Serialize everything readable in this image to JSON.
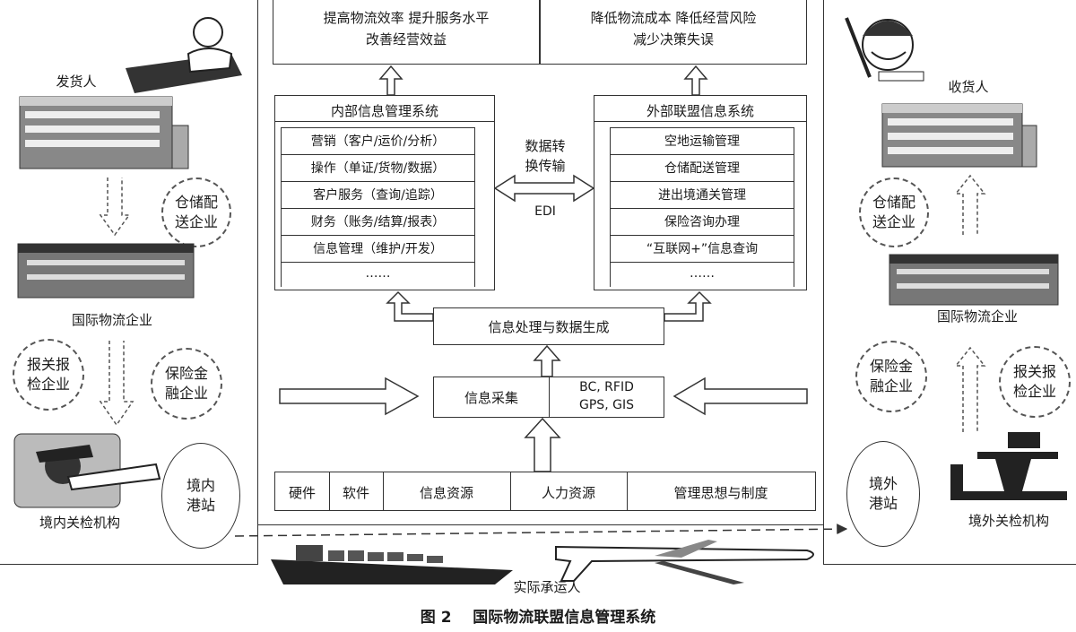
{
  "top_goals": {
    "left_line1": "提高物流效率  提升服务水平",
    "left_line2": "改善经营效益",
    "right_line1": "降低物流成本  降低经营风险",
    "right_line2": "减少决策失误"
  },
  "internal_system": {
    "title": "内部信息管理系统",
    "items": [
      "营销（客户/运价/分析）",
      "操作（单证/货物/数据）",
      "客户服务（查询/追踪）",
      "财务（账务/结算/报表）",
      "信息管理（维护/开发）",
      "……"
    ]
  },
  "external_system": {
    "title": "外部联盟信息系统",
    "items": [
      "空地运输管理",
      "仓储配送管理",
      "进出境通关管理",
      "保险咨询办理",
      "“互联网+”信息查询",
      "……"
    ]
  },
  "exchange": {
    "line1": "数据转",
    "line2": "换传输",
    "edi": "EDI"
  },
  "processing": "信息处理与数据生成",
  "collection": {
    "label": "信息采集",
    "tech_line1": "BC, RFID",
    "tech_line2": "GPS, GIS"
  },
  "resources": [
    "硬件",
    "软件",
    "信息资源",
    "人力资源",
    "管理思想与制度"
  ],
  "left_side": {
    "shipper": "发货人",
    "warehouse": "仓储配\n送企业",
    "logistics": "国际物流企业",
    "customs_broker": "报关报\n检企业",
    "insurance": "保险金\n融企业",
    "inspection": "境内关检机构",
    "port": "境内\n港站"
  },
  "right_side": {
    "consignee": "收货人",
    "warehouse": "仓储配\n送企业",
    "logistics": "国际物流企业",
    "insurance": "保险金\n融企业",
    "customs_broker": "报关报\n检企业",
    "inspection": "境外关检机构",
    "port": "境外\n港站"
  },
  "carrier": "实际承运人",
  "caption": "图 2    国际物流联盟信息管理系统"
}
